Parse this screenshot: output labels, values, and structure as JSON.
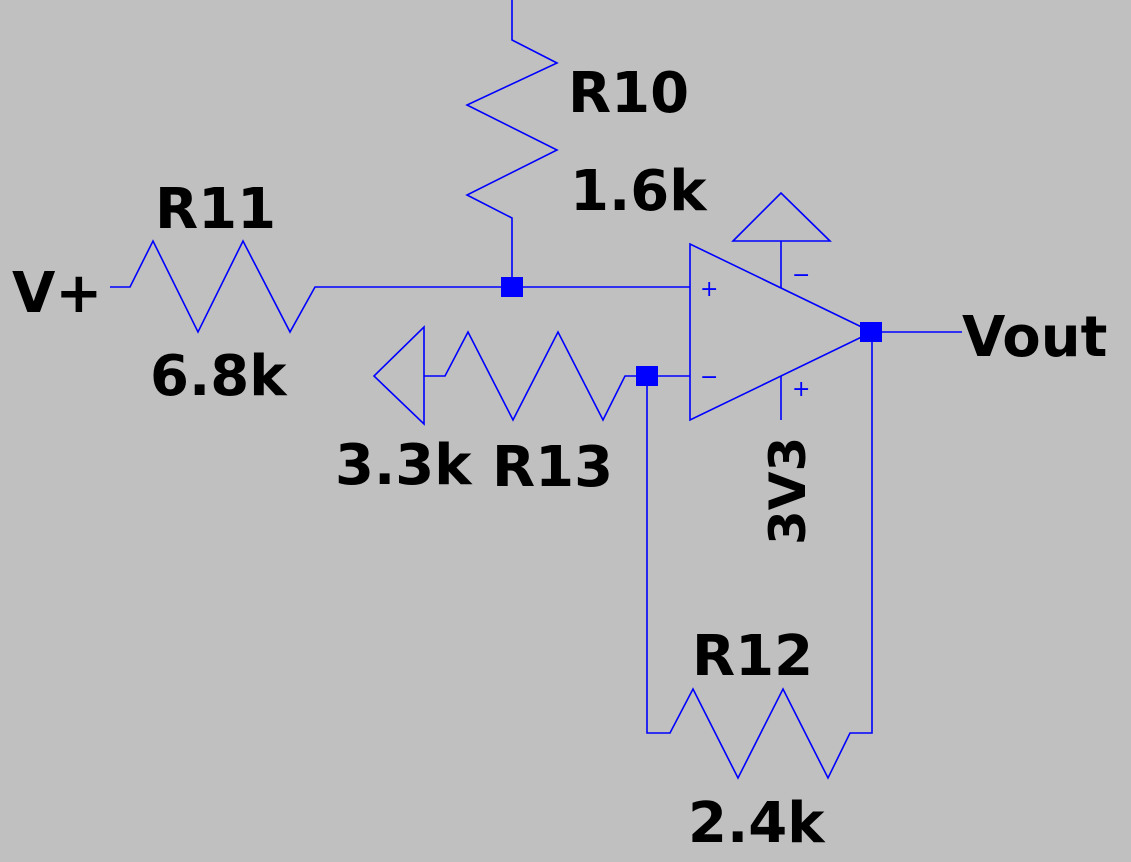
{
  "colors": {
    "background": "#C0C0C0",
    "wire": "#0000FF",
    "text": "#000000"
  },
  "nets": {
    "input": "V+",
    "output": "Vout",
    "supply": "3V3"
  },
  "components": {
    "r10": {
      "ref": "R10",
      "value": "1.6k"
    },
    "r11": {
      "ref": "R11",
      "value": "6.8k"
    },
    "r12": {
      "ref": "R12",
      "value": "2.4k"
    },
    "r13": {
      "ref": "R13",
      "value": "3.3k"
    }
  },
  "opamp": {
    "plus_in": "+",
    "minus_in": "−",
    "supply_neg": "−",
    "supply_pos": "+"
  }
}
